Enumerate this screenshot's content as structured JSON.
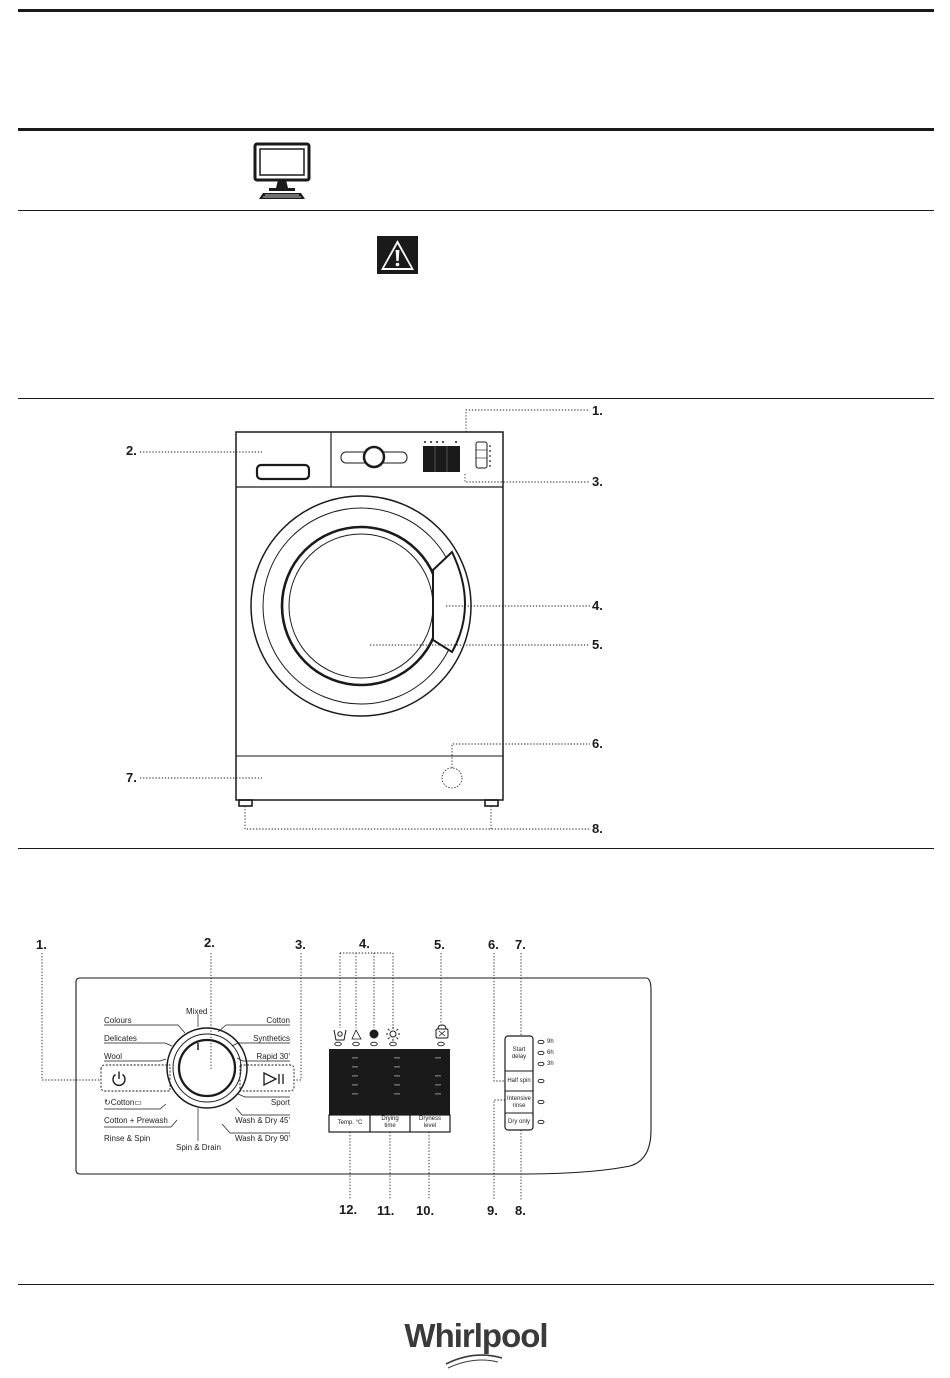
{
  "machine_callouts": [
    "1.",
    "2.",
    "3.",
    "4.",
    "5.",
    "6.",
    "7.",
    "8."
  ],
  "panel_callouts_top": [
    "1.",
    "2.",
    "3.",
    "4.",
    "5.",
    "6.",
    "7."
  ],
  "panel_callouts_bottom": [
    "12.",
    "11.",
    "10.",
    "9.",
    "8."
  ],
  "programs_left": [
    "Colours",
    "Delicates",
    "Wool",
    "Cotton",
    "Cotton + Prewash",
    "Rinse & Spin"
  ],
  "programs_right": [
    "Cotton",
    "Synthetics",
    "Rapid 30'",
    "Sport",
    "Wash & Dry 45'",
    "Wash & Dry 90'"
  ],
  "program_top": "Mixed",
  "program_bottom": "Spin & Drain",
  "display_buttons": [
    "Temp. °C",
    "Drying time",
    "Dryness level"
  ],
  "option_buttons": [
    "Start delay",
    "Half spin",
    "Intensive rinse",
    "Dry only"
  ],
  "delay_hours": [
    "9h",
    "6h",
    "3h"
  ],
  "brand": "Whirlpool",
  "icons": [
    "computer-monitor-icon",
    "warning-triangle-icon",
    "power-icon",
    "start-pause-icon",
    "door-lock-icon"
  ]
}
